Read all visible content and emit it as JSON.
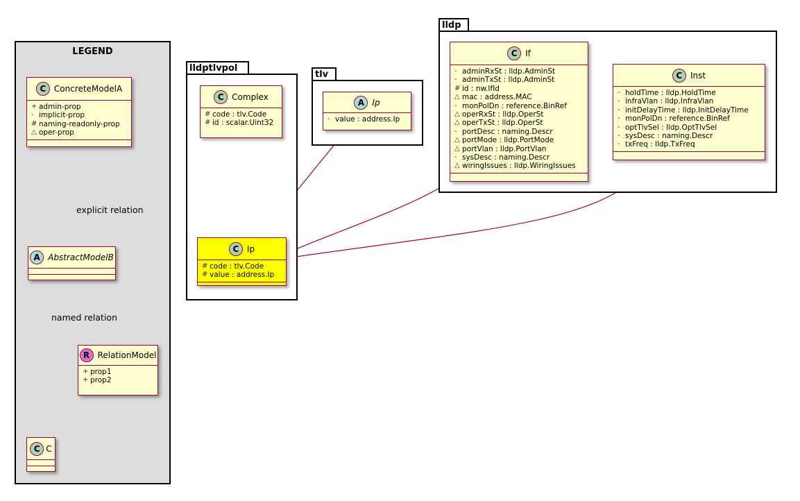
{
  "legend": {
    "title": "LEGEND",
    "concrete": {
      "name": "ConcreteModelA",
      "badge": "C",
      "attrs": [
        {
          "vis": "+",
          "text": "admin-prop"
        },
        {
          "vis": "-",
          "text": "implicit-prop"
        },
        {
          "vis": "#",
          "text": "naming-readonly-prop"
        },
        {
          "vis": "△",
          "text": "oper-prop"
        }
      ]
    },
    "abstract": {
      "name": "AbstractModelB",
      "badge": "A"
    },
    "relation": {
      "name": "RelationModel",
      "badge": "R",
      "attrs": [
        {
          "vis": "+",
          "text": "prop1"
        },
        {
          "vis": "+",
          "text": "prop2"
        }
      ]
    },
    "c": {
      "name": "C",
      "badge": "C"
    },
    "explicit_label": "explicit relation",
    "named_label": "named relation"
  },
  "lldptlvpol": {
    "package": "lldptlvpol",
    "complex": {
      "name": "Complex",
      "badge": "C",
      "attrs": [
        {
          "vis": "#",
          "text": "code : tlv.Code"
        },
        {
          "vis": "#",
          "text": "id : scalar.Uint32"
        }
      ]
    },
    "ip": {
      "name": "Ip",
      "badge": "C",
      "attrs": [
        {
          "vis": "#",
          "text": "code : tlv.Code"
        },
        {
          "vis": "#",
          "text": "value : address.Ip"
        }
      ]
    }
  },
  "tlv": {
    "package": "tlv",
    "ip": {
      "name": "Ip",
      "badge": "A",
      "attrs": [
        {
          "vis": "-",
          "text": "value : address.Ip"
        }
      ]
    }
  },
  "lldp": {
    "package": "lldp",
    "if": {
      "name": "If",
      "badge": "C",
      "attrs": [
        {
          "vis": "-",
          "text": "adminRxSt : lldp.AdminSt"
        },
        {
          "vis": "-",
          "text": "adminTxSt : lldp.AdminSt"
        },
        {
          "vis": "#",
          "text": "id : nw.IfId"
        },
        {
          "vis": "△",
          "text": "mac : address.MAC"
        },
        {
          "vis": "-",
          "text": "monPolDn : reference.BinRef"
        },
        {
          "vis": "△",
          "text": "operRxSt : lldp.OperSt"
        },
        {
          "vis": "△",
          "text": "operTxSt : lldp.OperSt"
        },
        {
          "vis": "-",
          "text": "portDesc : naming.Descr"
        },
        {
          "vis": "△",
          "text": "portMode : lldp.PortMode"
        },
        {
          "vis": "△",
          "text": "portVlan : lldp.PortVlan"
        },
        {
          "vis": "-",
          "text": "sysDesc : naming.Descr"
        },
        {
          "vis": "△",
          "text": "wiringIssues : lldp.WiringIssues"
        }
      ]
    },
    "inst": {
      "name": "Inst",
      "badge": "C",
      "attrs": [
        {
          "vis": "-",
          "text": "holdTime : lldp.HoldTime"
        },
        {
          "vis": "-",
          "text": "infraVlan : lldp.InfraVlan"
        },
        {
          "vis": "-",
          "text": "initDelayTime : lldp.InitDelayTime"
        },
        {
          "vis": "-",
          "text": "monPolDn : reference.BinRef"
        },
        {
          "vis": "-",
          "text": "optTlvSel : lldp.OptTlvSel"
        },
        {
          "vis": "-",
          "text": "sysDesc : naming.Descr"
        },
        {
          "vis": "-",
          "text": "txFreq : lldp.TxFreq"
        }
      ]
    }
  },
  "colors": {
    "class_fill": "#fefece",
    "class_border": "#a80036",
    "highlight_fill": "#ffff00",
    "legend_fill": "#dddddd"
  }
}
